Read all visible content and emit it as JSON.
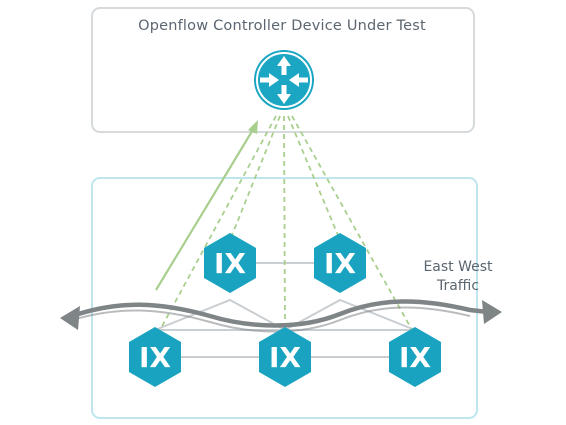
{
  "diagram": {
    "title": "Openflow Controller Device Under Test",
    "traffic_label": {
      "line1": "East West",
      "line2": "Traffic"
    },
    "node_label": "IX",
    "colors": {
      "dut_box_border": "#d6dadd",
      "test_box_border": "#bfe6ee",
      "router_teal": "#1ba6c3",
      "node_teal": "#19a3c0",
      "dashed_link": "#a9cf8e",
      "uplink_arrow": "#a9cf8e",
      "mesh_lines": "#c9ced2",
      "traffic_wave": "#7f8487",
      "text": "#5b6670"
    },
    "icons": [
      "router-icon",
      "ixia-node-icon",
      "double-arrow-wave"
    ]
  }
}
